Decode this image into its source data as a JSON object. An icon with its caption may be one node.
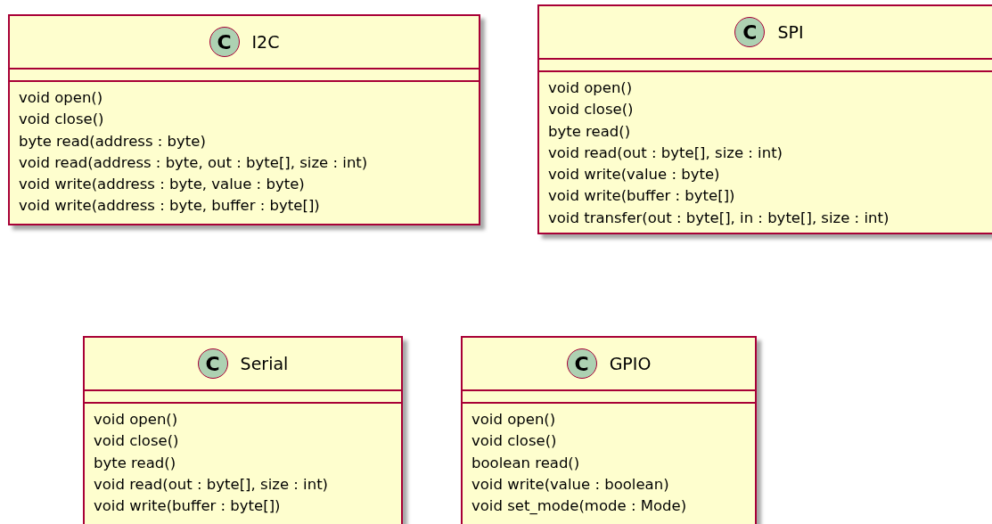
{
  "diagram": {
    "nodes": [
      {
        "text": [
          "C",
          "I2C",
          "void open()",
          "void close()",
          "byte read(address : byte)",
          "void read(address : byte, out : byte[], size : int)",
          "void write(address : byte, value : byte)",
          "void write(address : byte, buffer : byte[])"
        ]
      },
      {
        "text": [
          "C",
          "SPI",
          "void open()",
          "void close()",
          "byte read()",
          "void read(out : byte[], size : int)",
          "void write(value : byte)",
          "void write(buffer : byte[])",
          "void transfer(out : byte[], in : byte[], size : int)"
        ]
      },
      {
        "text": [
          "C",
          "Serial",
          "void open()",
          "void close()",
          "byte read()",
          "void read(out : byte[], size : int)",
          "void write(buffer : byte[])"
        ]
      },
      {
        "text": [
          "C",
          "GPIO",
          "void open()",
          "void close()",
          "boolean read()",
          "void write(value : boolean)",
          "void set_mode(mode : Mode)"
        ]
      }
    ],
    "edges": []
  }
}
